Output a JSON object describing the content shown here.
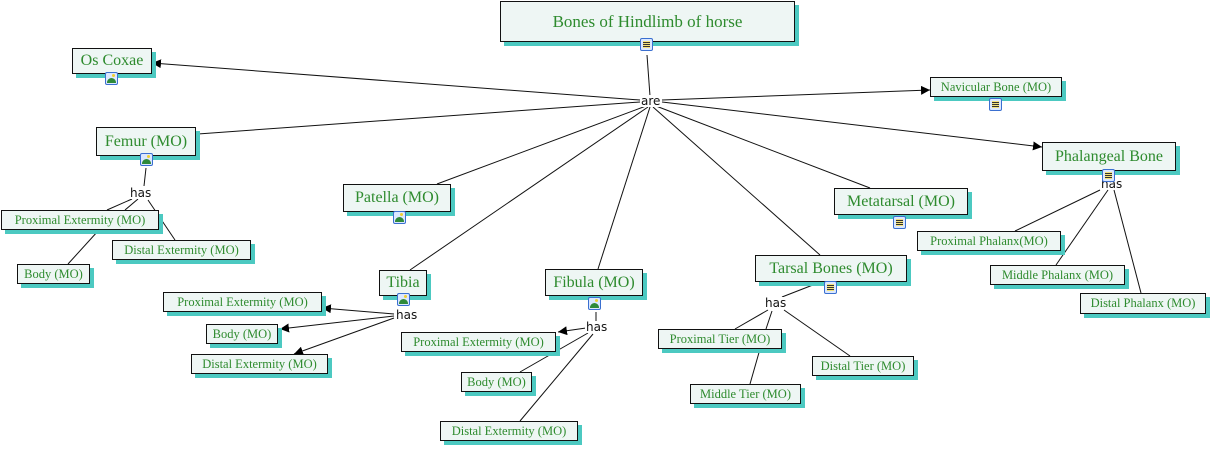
{
  "map": {
    "title": "Bones of Hindlimb of horse",
    "linking_are": "are",
    "linking_has": "has",
    "nodes": {
      "os_coxae": "Os Coxae",
      "femur": "Femur (MO)",
      "femur_prox": "Proximal Extermity (MO)",
      "femur_distal": "Distal Extermity (MO)",
      "femur_body": "Body (MO)",
      "patella": "Patella (MO)",
      "tibia": "Tibia",
      "tibia_prox": "Proximal Extermity (MO)",
      "tibia_body": "Body (MO)",
      "tibia_distal": "Distal Extermity (MO)",
      "fibula": "Fibula (MO)",
      "fibula_prox": "Proximal Extermity (MO)",
      "fibula_body": "Body (MO)",
      "fibula_distal": "Distal Extermity (MO)",
      "tarsal": "Tarsal Bones (MO)",
      "tarsal_prox": "Proximal Tier (MO)",
      "tarsal_middle": "Middle Tier (MO)",
      "tarsal_distal": "Distal Tier (MO)",
      "metatarsal": "Metatarsal (MO)",
      "navicular": "Navicular Bone (MO)",
      "phalangeal": "Phalangeal Bone",
      "phal_prox": "Proximal Phalanx(MO)",
      "phal_middle": "Middle Phalanx (MO)",
      "phal_distal": "Distal Phalanx (MO)"
    }
  },
  "colors": {
    "text": "#2e8b2e",
    "node_bg": "#eef6f4",
    "shadow": "#4cc9c1"
  }
}
